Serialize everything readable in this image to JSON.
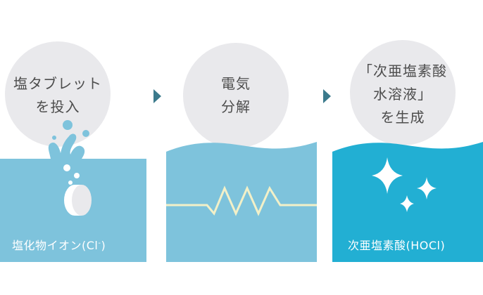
{
  "steps": [
    {
      "circle_lines": [
        "塩タブレット",
        "を投入"
      ],
      "caption": "塩化物イオン(Cl",
      "caption_sup": "-",
      "caption_end": ")",
      "color": "#7ec3dc"
    },
    {
      "circle_lines": [
        "電気",
        "分解"
      ],
      "caption": "",
      "color": "#7ec3dc"
    },
    {
      "circle_lines": [
        "「次亜塩素酸",
        "水溶液」",
        "を生成"
      ],
      "caption": "次亜塩素酸(HOCl)",
      "color": "#22afd3"
    }
  ],
  "colors": {
    "circle": "#e9e9ec",
    "arrow": "#3b7a8c",
    "zigzag": "#f2f0c8",
    "white": "#ffffff"
  }
}
